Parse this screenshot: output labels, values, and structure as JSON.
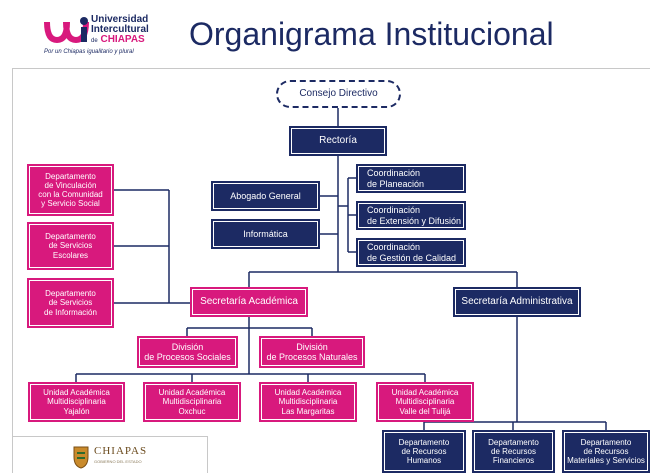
{
  "header": {
    "logo_line1": "Universidad",
    "logo_line2": "Intercultural",
    "logo_line3_prefix": "de",
    "logo_line3_state": "CHIAPAS",
    "logo_tagline": "Por un Chiapas igualitario y plural",
    "title": "Organigrama Institucional"
  },
  "colors": {
    "navy": "#1c2a63",
    "pink": "#d8197d",
    "line": "#1c2a63"
  },
  "org": {
    "consejo": "Consejo Directivo",
    "rectoria": "Rectoría",
    "abogado": "Abogado General",
    "informatica": "Informática",
    "coord_planeacion": [
      "Coordinación",
      "de Planeación"
    ],
    "coord_extension": [
      "Coordinación",
      "de Extensión y Difusión"
    ],
    "coord_calidad": [
      "Coordinación",
      "de Gestión de Calidad"
    ],
    "depto_vinculacion": [
      "Departamento",
      "de Vinculación",
      "con la Comunidad",
      "y Servicio Social"
    ],
    "depto_escolares": [
      "Departamento",
      "de Servicios",
      "Escolares"
    ],
    "depto_informacion": [
      "Departamento",
      "de Servicios",
      "de Información"
    ],
    "secretaria_academica": "Secretaría Académica",
    "secretaria_administrativa": "Secretaría Administrativa",
    "div_sociales": [
      "División",
      "de Procesos Sociales"
    ],
    "div_naturales": [
      "División",
      "de Procesos Naturales"
    ],
    "uam_yajalon": [
      "Unidad Académica",
      "Multidisciplinaria",
      "Yajalón"
    ],
    "uam_oxchuc": [
      "Unidad Académica",
      "Multidisciplinaria",
      "Oxchuc"
    ],
    "uam_margaritas": [
      "Unidad Académica",
      "Multidisciplinaria",
      "Las Margaritas"
    ],
    "uam_tulija": [
      "Unidad Académica",
      "Multidisciplinaria",
      "Valle del Tulijá"
    ],
    "rec_humanos": [
      "Departamento",
      "de Recursos",
      "Humanos"
    ],
    "rec_financieros": [
      "Departamento",
      "de Recursos",
      "Financieros"
    ],
    "rec_materiales": [
      "Departamento",
      "de Recursos",
      "Materiales y Servicios"
    ]
  },
  "footer": {
    "logo_text": "CHIAPAS",
    "logo_sub": "GOBIERNO DEL ESTADO",
    "shield_icon": "chiapas-shield-icon"
  }
}
